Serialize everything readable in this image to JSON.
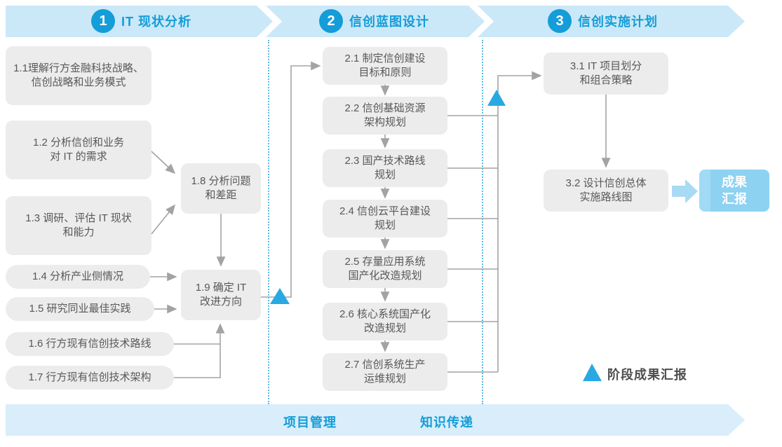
{
  "diagram": {
    "phases": [
      {
        "number": "1",
        "title": "IT 现状分析"
      },
      {
        "number": "2",
        "title": "信创蓝图设计"
      },
      {
        "number": "3",
        "title": "信创实施计划"
      }
    ],
    "phase1_boxes": {
      "b11": "1.1理解行方金融科技战略、\n信创战略和业务模式",
      "b12": "1.2 分析信创和业务\n对 IT 的需求",
      "b13": "1.3 调研、评估 IT 现状\n和能力",
      "b14": "1.4 分析产业侧情况",
      "b15": "1.5 研究同业最佳实践",
      "b16": "1.6 行方现有信创技术路线",
      "b17": "1.7 行方现有信创技术架构",
      "b18": "1.8 分析问题\n和差距",
      "b19": "1.9 确定 IT\n改进方向"
    },
    "phase2_boxes": {
      "b21": "2.1 制定信创建设\n目标和原则",
      "b22": "2.2 信创基础资源\n架构规划",
      "b23": "2.3 国产技术路线\n规划",
      "b24": "2.4 信创云平台建设\n规划",
      "b25": "2.5 存量应用系统\n国产化改造规划",
      "b26": "2.6 核心系统国产化\n改造规划",
      "b27": "2.7 信创系统生产\n运维规划"
    },
    "phase3_boxes": {
      "b31": "3.1 IT 项目划分\n和组合策略",
      "b32": "3.2 设计信创总体\n实施路线图"
    },
    "result_box": "成果\n汇报",
    "legend_label": "阶段成果汇报",
    "footer": {
      "left": "项目管理",
      "right": "知识传递"
    }
  },
  "colors": {
    "accent_blue": "#149dd8",
    "band_fill": "#cbe8f8",
    "footer_fill": "#d9eefa",
    "box_fill": "#ececec",
    "box_text": "#57585a",
    "connector_gray": "#a3a3a5",
    "triangle_blue": "#29a9e1",
    "dot_blue": "#5cbce7",
    "result_fill": "#8ed2f1",
    "result_strip": "#a0daf5",
    "big_arrow_fill": "#a9daf4"
  }
}
